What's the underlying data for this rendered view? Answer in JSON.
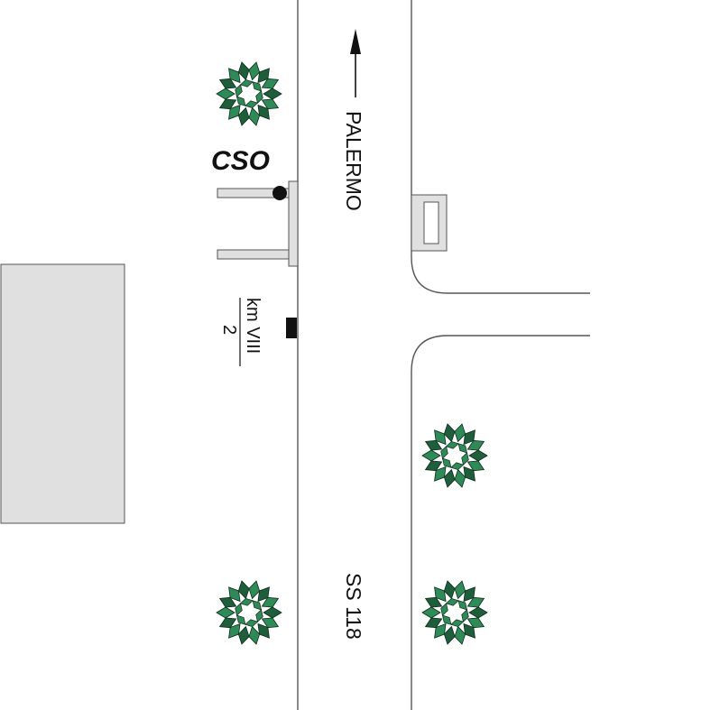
{
  "map": {
    "direction_label": "PALERMO",
    "road_label": "SS 118",
    "site_label": "CSO",
    "km_marker": {
      "numerator": "km VIII",
      "denominator": "2"
    },
    "colors": {
      "tree_leaf": "#2e8b57",
      "tree_leaf_dark": "#1f5e3a",
      "building_fill": "#e0e0e0",
      "road_line": "#555555"
    },
    "icons": {
      "tree": "tree-icon",
      "arrow": "north-arrow-icon",
      "sensor": "sensor-dot-icon",
      "km_post": "km-post-icon"
    }
  }
}
